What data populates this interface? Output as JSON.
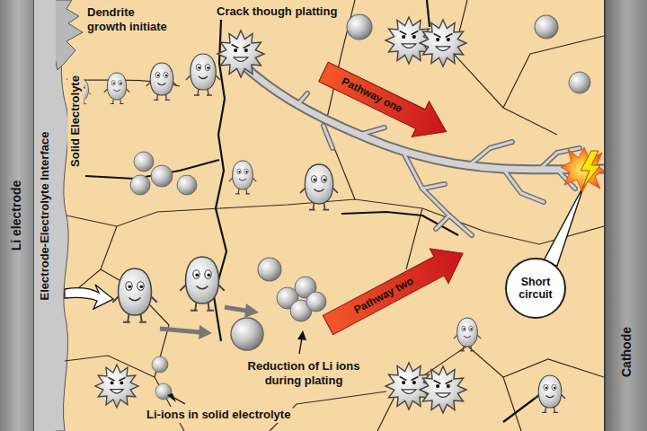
{
  "diagram": {
    "nodes": [
      {
        "text": [
          "Li electrode"
        ]
      },
      {
        "text": [
          "Electrode-Electrolyte Interface"
        ]
      },
      {
        "text": [
          "Short circuit"
        ]
      },
      {
        "text": [
          "Cathode"
        ]
      }
    ],
    "labels": [
      "Dendrite growth initiate",
      "Crack though platting",
      "Solid Electrolyte",
      "Pathway one",
      "Pathway two",
      "Reduction of Li ions during plating",
      "Li-ions in solid electrolyte"
    ]
  }
}
